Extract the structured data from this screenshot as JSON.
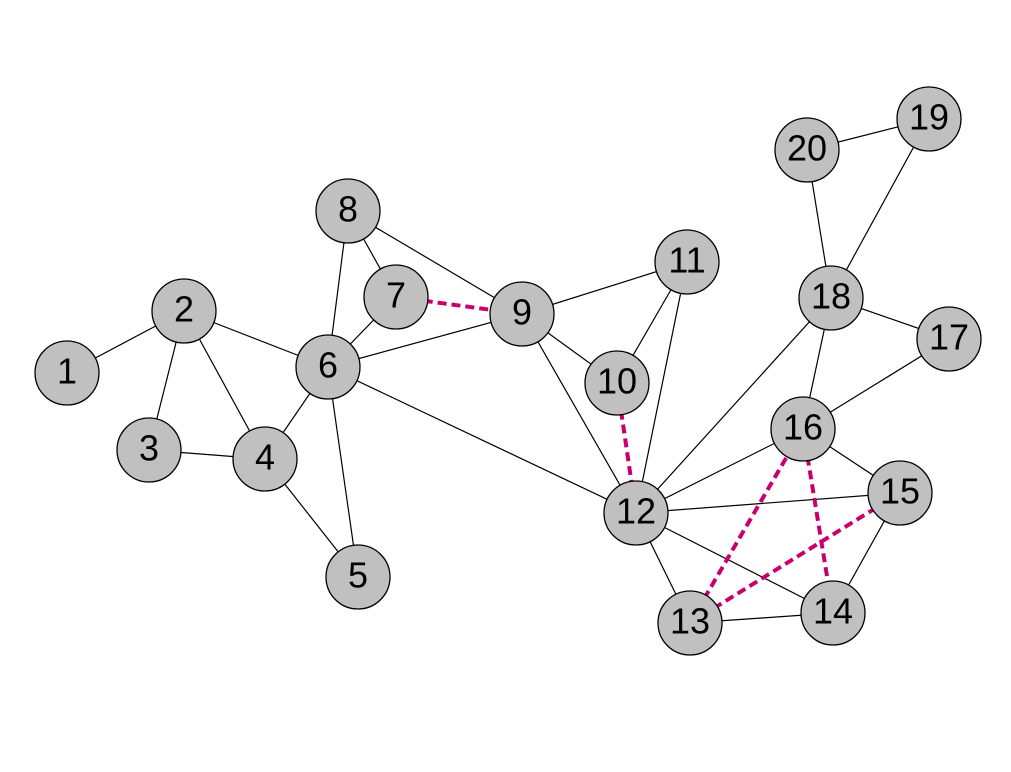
{
  "colors": {
    "background": "#ffffff",
    "node_fill": "#c0c0c0",
    "node_stroke": "#000000",
    "edge": "#000000",
    "dashed_edge": "#c8006e"
  },
  "nodes": [
    {
      "id": "1",
      "label": "1"
    },
    {
      "id": "2",
      "label": "2"
    },
    {
      "id": "3",
      "label": "3"
    },
    {
      "id": "4",
      "label": "4"
    },
    {
      "id": "5",
      "label": "5"
    },
    {
      "id": "6",
      "label": "6"
    },
    {
      "id": "7",
      "label": "7"
    },
    {
      "id": "8",
      "label": "8"
    },
    {
      "id": "9",
      "label": "9"
    },
    {
      "id": "10",
      "label": "10"
    },
    {
      "id": "11",
      "label": "11"
    },
    {
      "id": "12",
      "label": "12"
    },
    {
      "id": "13",
      "label": "13"
    },
    {
      "id": "14",
      "label": "14"
    },
    {
      "id": "15",
      "label": "15"
    },
    {
      "id": "16",
      "label": "16"
    },
    {
      "id": "17",
      "label": "17"
    },
    {
      "id": "18",
      "label": "18"
    },
    {
      "id": "19",
      "label": "19"
    },
    {
      "id": "20",
      "label": "20"
    }
  ],
  "edges": [
    {
      "from": "1",
      "to": "2",
      "style": "solid"
    },
    {
      "from": "2",
      "to": "3",
      "style": "solid"
    },
    {
      "from": "2",
      "to": "4",
      "style": "solid"
    },
    {
      "from": "2",
      "to": "6",
      "style": "solid"
    },
    {
      "from": "3",
      "to": "4",
      "style": "solid"
    },
    {
      "from": "4",
      "to": "6",
      "style": "solid"
    },
    {
      "from": "4",
      "to": "5",
      "style": "solid"
    },
    {
      "from": "6",
      "to": "5",
      "style": "solid"
    },
    {
      "from": "6",
      "to": "8",
      "style": "solid"
    },
    {
      "from": "6",
      "to": "7",
      "style": "solid"
    },
    {
      "from": "6",
      "to": "9",
      "style": "solid"
    },
    {
      "from": "6",
      "to": "12",
      "style": "solid"
    },
    {
      "from": "8",
      "to": "7",
      "style": "solid"
    },
    {
      "from": "8",
      "to": "9",
      "style": "solid"
    },
    {
      "from": "7",
      "to": "9",
      "style": "dashed"
    },
    {
      "from": "9",
      "to": "11",
      "style": "solid"
    },
    {
      "from": "9",
      "to": "10",
      "style": "solid"
    },
    {
      "from": "9",
      "to": "12",
      "style": "solid"
    },
    {
      "from": "11",
      "to": "10",
      "style": "solid"
    },
    {
      "from": "11",
      "to": "12",
      "style": "solid"
    },
    {
      "from": "10",
      "to": "12",
      "style": "dashed"
    },
    {
      "from": "12",
      "to": "18",
      "style": "solid"
    },
    {
      "from": "12",
      "to": "16",
      "style": "solid"
    },
    {
      "from": "12",
      "to": "15",
      "style": "solid"
    },
    {
      "from": "12",
      "to": "14",
      "style": "solid"
    },
    {
      "from": "12",
      "to": "13",
      "style": "solid"
    },
    {
      "from": "13",
      "to": "14",
      "style": "solid"
    },
    {
      "from": "13",
      "to": "16",
      "style": "dashed"
    },
    {
      "from": "13",
      "to": "15",
      "style": "dashed"
    },
    {
      "from": "14",
      "to": "15",
      "style": "solid"
    },
    {
      "from": "16",
      "to": "14",
      "style": "dashed"
    },
    {
      "from": "16",
      "to": "15",
      "style": "solid"
    },
    {
      "from": "16",
      "to": "18",
      "style": "solid"
    },
    {
      "from": "16",
      "to": "17",
      "style": "solid"
    },
    {
      "from": "18",
      "to": "17",
      "style": "solid"
    },
    {
      "from": "18",
      "to": "20",
      "style": "solid"
    },
    {
      "from": "18",
      "to": "19",
      "style": "solid"
    },
    {
      "from": "20",
      "to": "19",
      "style": "solid"
    }
  ]
}
